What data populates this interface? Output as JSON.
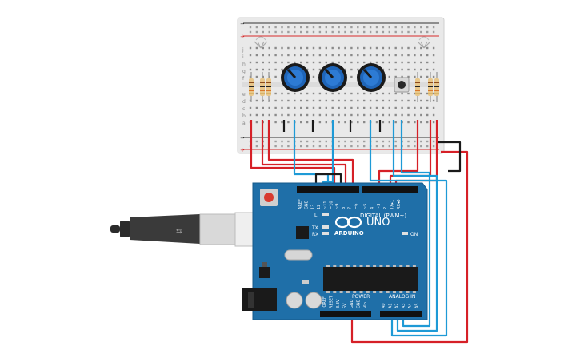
{
  "canvas": {
    "background": "#ffffff"
  },
  "colors": {
    "board": "#1f6fa8",
    "board_dark": "#185a8a",
    "breadboard": "#e9e9e9",
    "rail_red": "#d62b2b",
    "rail_dark": "#333333",
    "wire_red": "#d62027",
    "wire_blue": "#1e9ad6",
    "wire_black": "#1a1a1a",
    "pot": "#1f65b8",
    "resistor": "#e8c78a",
    "usb": "#2b2b2b"
  },
  "breadboard": {
    "row_letters_top": [
      "j",
      "i",
      "h",
      "g",
      "f"
    ],
    "row_letters_bottom": [
      "e",
      "d",
      "c",
      "b",
      "a"
    ],
    "rail_plus": "+",
    "rail_minus": "−",
    "potentiometer_count": 3,
    "resistor_count": 6,
    "pushbutton_count": 1,
    "rgb_led_count": 2
  },
  "arduino": {
    "model_label": "UNO",
    "brand_label": "ARDUINO",
    "digital_label": "DIGITAL (PWM~)",
    "power_label": "POWER",
    "analog_label": "ANALOG IN",
    "on_label": "ON",
    "led_l_label": "L",
    "led_tx_label": "TX",
    "led_rx_label": "RX",
    "digital_pins": [
      "AREF",
      "GND",
      "13",
      "12",
      "~11",
      "~10",
      "~9",
      "8",
      "7",
      "~6",
      "~5",
      "4",
      "~3",
      "2",
      "TX▸1",
      "RX◂0"
    ],
    "power_pins": [
      "IOREF",
      "RESET",
      "3.3V",
      "5V",
      "GND",
      "GND",
      "Vin"
    ],
    "analog_pins": [
      "A0",
      "A1",
      "A2",
      "A3",
      "A4",
      "A5"
    ]
  },
  "icons": {
    "usb_cable": "usb-cable-icon",
    "reset_button": "reset-button-icon",
    "arduino_logo": "infinity-logo-icon"
  }
}
